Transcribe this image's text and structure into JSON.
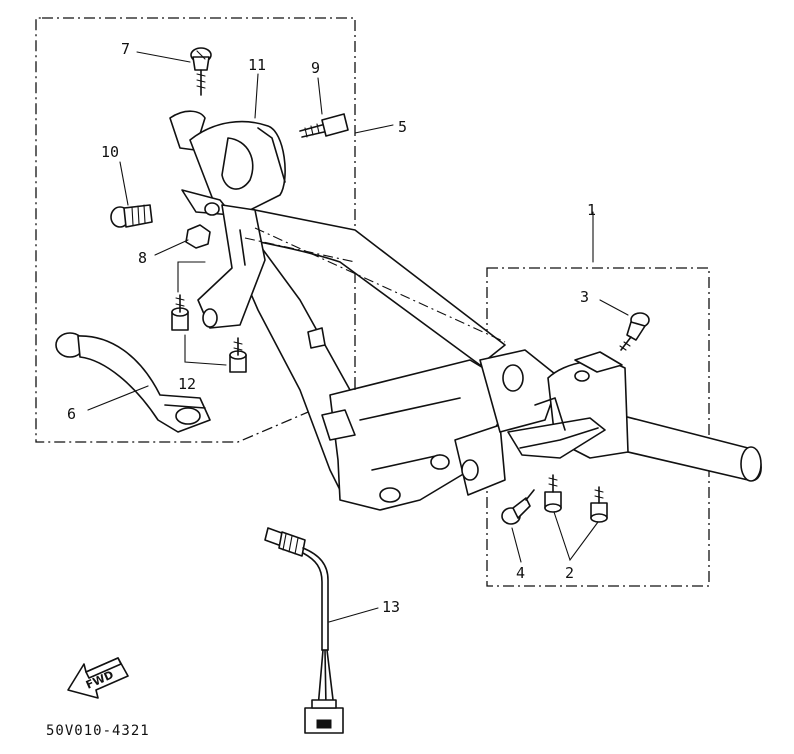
{
  "diagram": {
    "callouts": {
      "c1": "1",
      "c2": "2",
      "c3": "3",
      "c4": "4",
      "c5": "5",
      "c6": "6",
      "c7": "7",
      "c8": "8",
      "c9": "9",
      "c10": "10",
      "c11": "11",
      "c12": "12",
      "c13": "13"
    },
    "direction_label": "FWD",
    "drawing_code": "50V010-4321"
  }
}
